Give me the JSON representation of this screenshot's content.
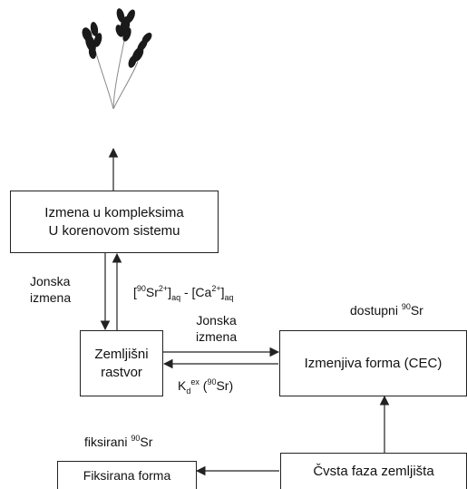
{
  "boxes": {
    "root": {
      "line1": "Izmena u kompleksima",
      "line2": "U korenovom sistemu"
    },
    "solution": {
      "line1": "Zemljišni",
      "line2": "rastvor"
    },
    "cec": {
      "label": "Izmenjiva forma (CEC)"
    },
    "solid": {
      "label": "Čvsta faza zemljišta"
    },
    "fixed": {
      "label": "Fiksirana forma"
    }
  },
  "labels": {
    "jonska_left": {
      "line1": "Jonska",
      "line2": "izmena"
    },
    "jonska_mid": {
      "line1": "Jonska",
      "line2": "izmena"
    },
    "ratio": {
      "open1": "[",
      "iso1": "90",
      "el1": "Sr",
      "charge1": "2+",
      "close1": "]",
      "sub1": "aq",
      "sep": " - [",
      "el2": "Ca",
      "charge2": "2+",
      "close2": "]",
      "sub2": "aq"
    },
    "kd": {
      "k": "K",
      "sub": "d",
      "sup": "ex",
      "open": " (",
      "iso": "90",
      "el": "Sr",
      "close": ")"
    },
    "dostupni": {
      "word": "dostupni ",
      "iso": "90",
      "el": "Sr"
    },
    "fiksirani": {
      "word": "fiksirani ",
      "iso": "90",
      "el": "Sr"
    }
  },
  "colors": {
    "stroke": "#222222",
    "wheat": "#1a1a1a"
  }
}
